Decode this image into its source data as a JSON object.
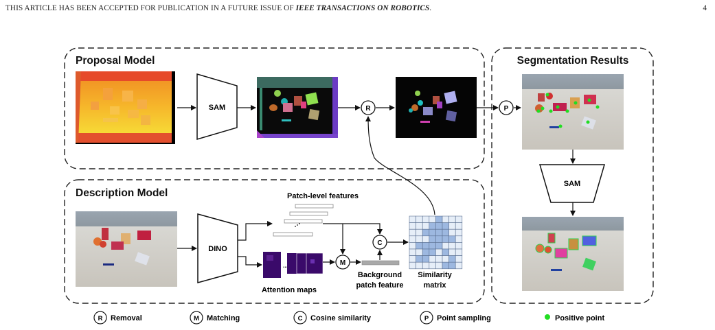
{
  "header": {
    "text": "THIS ARTICLE HAS BEEN ACCEPTED FOR PUBLICATION IN A FUTURE ISSUE OF ",
    "journal": "IEEE TRANSACTIONS ON ROBOTICS",
    "suffix": ".",
    "page": "4"
  },
  "panels": {
    "proposal": "Proposal Model",
    "description": "Description Model",
    "results": "Segmentation Results"
  },
  "blocks": {
    "sam1": "SAM",
    "sam2": "SAM",
    "dino": "DINO"
  },
  "ops": {
    "removal": "R",
    "point": "P",
    "matching": "M",
    "cosine": "C"
  },
  "labels": {
    "patch_features": "Patch-level features",
    "attention_maps": "Attention maps",
    "background_line1": "Background",
    "background_line2": "patch feature",
    "similarity_line1": "Similarity",
    "similarity_line2": "matrix",
    "dots": "......"
  },
  "legend": [
    {
      "symbol": "R",
      "label": "Removal"
    },
    {
      "symbol": "M",
      "label": "Matching"
    },
    {
      "symbol": "C",
      "label": "Cosine similarity"
    },
    {
      "symbol": "P",
      "label": "Point sampling"
    },
    {
      "symbol": "",
      "label": "Positive point"
    }
  ],
  "colors": {
    "positive_point": "#22dd22",
    "matrix_fill": "#9db8e0",
    "matrix_empty": "#e6eef8"
  }
}
